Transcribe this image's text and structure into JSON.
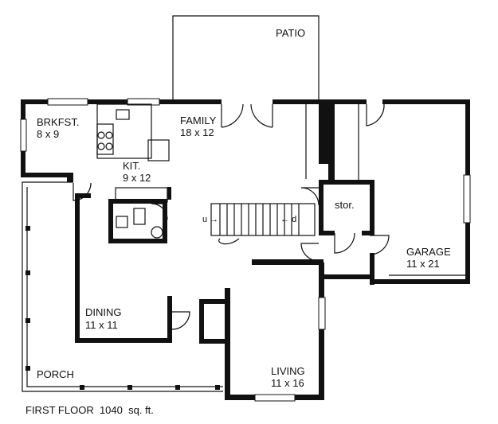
{
  "rooms": {
    "patio": {
      "name": "PATIO"
    },
    "brkfst": {
      "name": "BRKFST.",
      "size": "8 x 9"
    },
    "family": {
      "name": "FAMILY",
      "size": "18 x 12"
    },
    "kit": {
      "name": "KIT.",
      "size": "9 x 12"
    },
    "stor": {
      "name": "stor."
    },
    "garage": {
      "name": "GARAGE",
      "size": "11 x 21"
    },
    "dining": {
      "name": "DINING",
      "size": "11 x 11"
    },
    "porch": {
      "name": "PORCH"
    },
    "living": {
      "name": "LIVING",
      "size": "11 x 16"
    }
  },
  "stairs": {
    "up": "u",
    "down": "d"
  },
  "caption": {
    "floor": "FIRST FLOOR",
    "area": "1040",
    "unit": "sq. ft."
  }
}
